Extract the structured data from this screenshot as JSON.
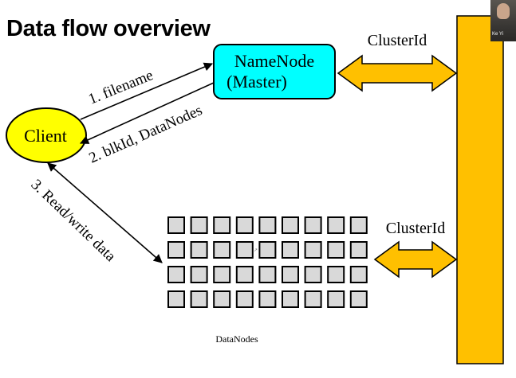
{
  "slide": {
    "title": "Data flow overview",
    "client_label": "Client",
    "namenode_line1": "NameNode",
    "namenode_line2": "(Master)",
    "clusterid_top": "ClusterId",
    "clusterid_bottom": "ClusterId",
    "step1": "1. filename",
    "step2": "2. blkId, DataNodes",
    "step3": "3. Read/write data",
    "datanodes_label": "DataNodes",
    "datanode_grid": {
      "rows": 4,
      "cols": 9
    }
  },
  "webcam": {
    "name_tag": "Ke Yi"
  },
  "colors": {
    "client_fill": "#ffff00",
    "namenode_fill": "#00ffff",
    "cluster_fill": "#ffc000",
    "datanode_fill": "#d9d9d9",
    "arrow_fill": "#ffc000"
  }
}
